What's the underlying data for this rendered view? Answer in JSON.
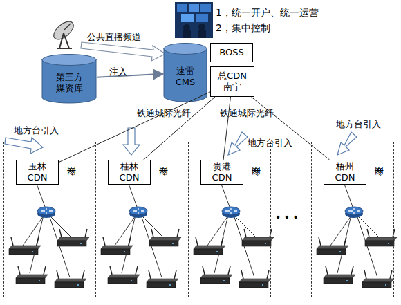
{
  "diagram": {
    "nodes": [
      {
        "text": [
          "第三方 媒资库"
        ]
      },
      {
        "text": [
          "速雷 CMS"
        ]
      },
      {
        "text": [
          "BOSS"
        ]
      },
      {
        "text": [
          "总CDN 南宁"
        ]
      },
      {
        "text": [
          "专网"
        ]
      },
      {
        "text": [
          "玉林 CDN"
        ],
        "in": 4
      },
      {
        "text": [
          "专网"
        ]
      },
      {
        "text": [
          "桂林 CDN"
        ],
        "in": 6
      },
      {
        "text": [
          "专网"
        ]
      },
      {
        "text": [
          "贵港 CDN"
        ],
        "in": 8
      },
      {
        "text": [
          "专网"
        ]
      },
      {
        "text": [
          "梧州 CDN"
        ],
        "in": 10
      }
    ],
    "edges": [
      {
        "from": 0,
        "to": 1,
        "arrow": "to",
        "label": "注入"
      },
      {
        "from": 3,
        "to": 5,
        "arrow": "none"
      },
      {
        "from": 3,
        "to": 7,
        "arrow": "none",
        "label": "铁通城际光纤"
      },
      {
        "from": 3,
        "to": 9,
        "arrow": "none",
        "label": "铁通城际光纤"
      },
      {
        "from": 3,
        "to": 11,
        "arrow": "none"
      }
    ],
    "labels": [
      "1，统一开户、统一运营",
      "2，集中控制",
      "公共直播频道",
      "地方台引入",
      "地方台引入",
      "地方台引入",
      "• • •"
    ]
  }
}
